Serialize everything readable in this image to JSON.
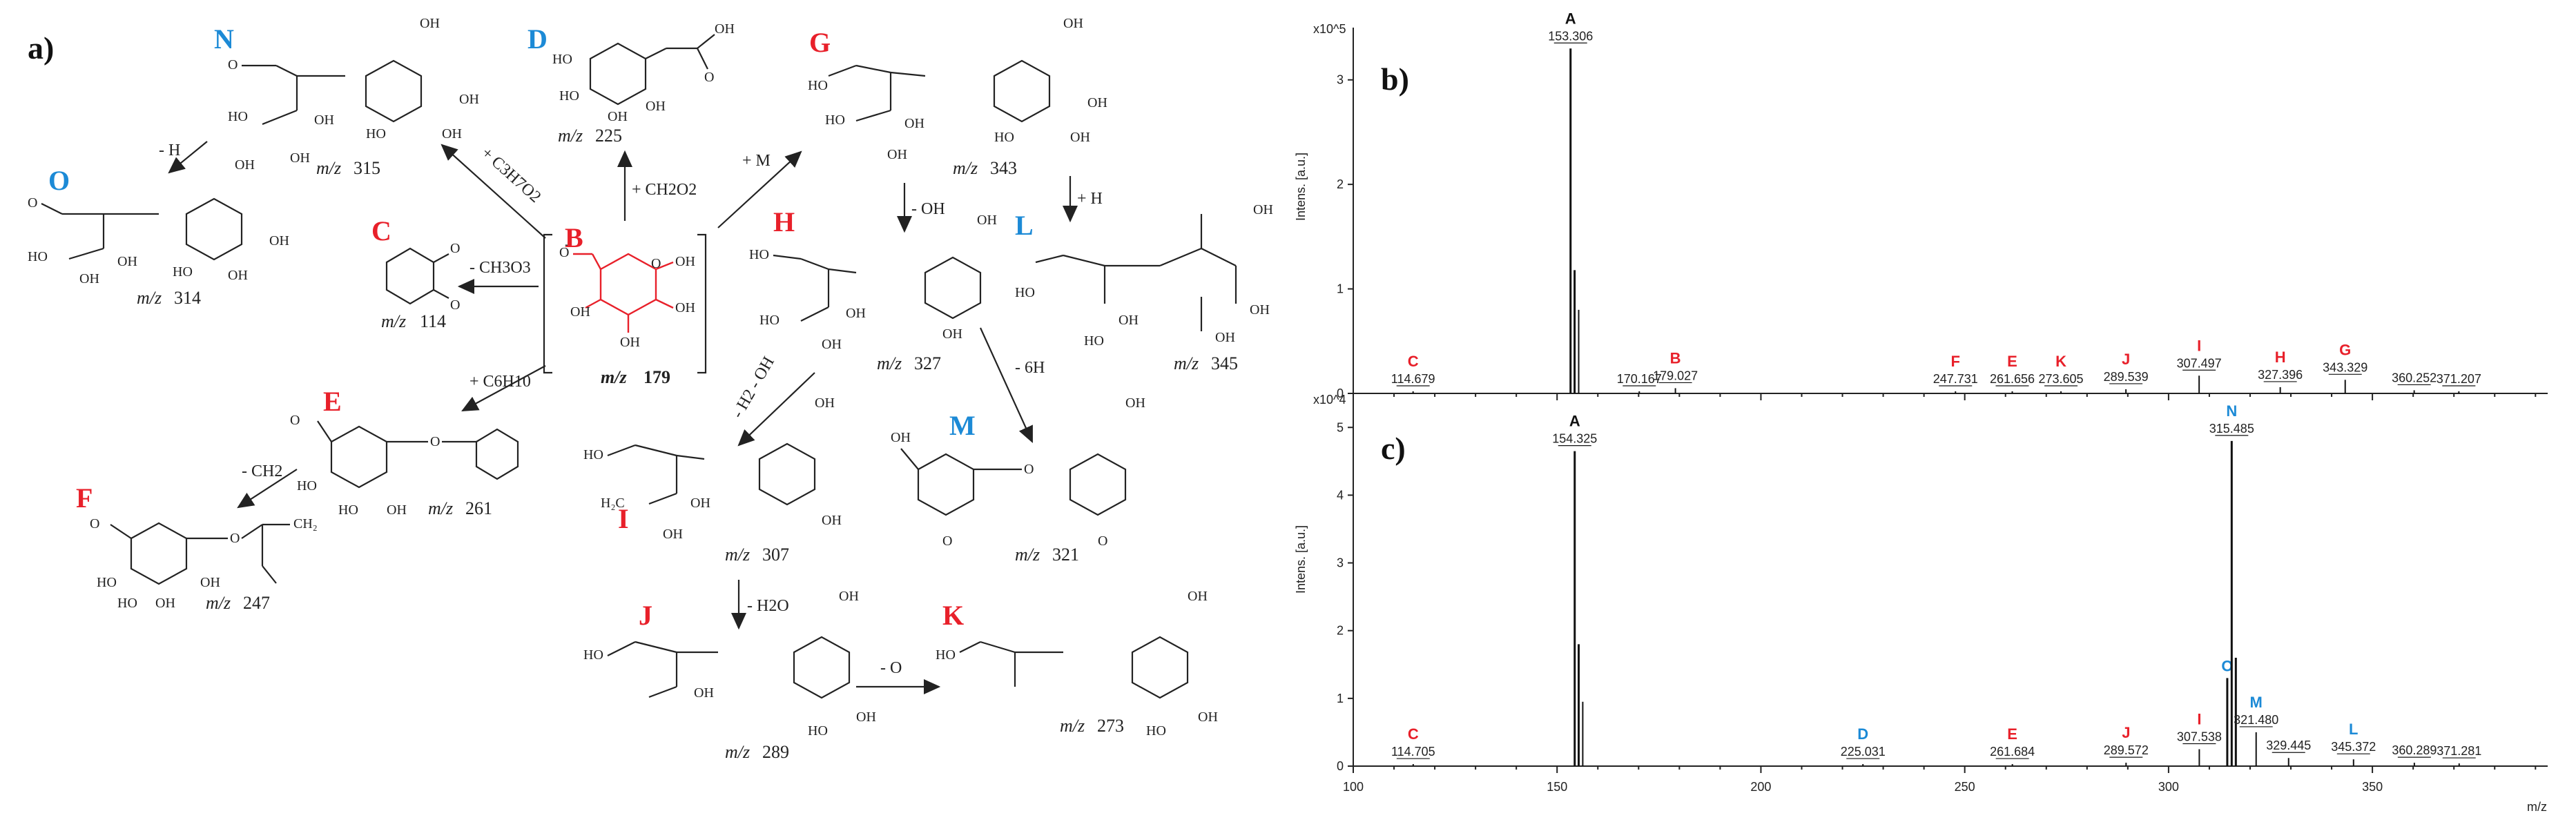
{
  "panels": {
    "a": "a)",
    "b": "b)",
    "c": "c)"
  },
  "scheme": {
    "B": {
      "letter": "B",
      "mz_prefix": "m/z",
      "mz": "179"
    },
    "C": {
      "letter": "C",
      "mz_prefix": "m/z",
      "mz": "114"
    },
    "D": {
      "letter": "D",
      "mz_prefix": "m/z",
      "mz": "225"
    },
    "E": {
      "letter": "E",
      "mz_prefix": "m/z",
      "mz": "261"
    },
    "F": {
      "letter": "F",
      "mz_prefix": "m/z",
      "mz": "247"
    },
    "G": {
      "letter": "G",
      "mz_prefix": "m/z",
      "mz": "343"
    },
    "H": {
      "letter": "H",
      "mz_prefix": "m/z",
      "mz": "327"
    },
    "I": {
      "letter": "I",
      "mz_prefix": "m/z",
      "mz": "307"
    },
    "J": {
      "letter": "J",
      "mz_prefix": "m/z",
      "mz": "289"
    },
    "K": {
      "letter": "K",
      "mz_prefix": "m/z",
      "mz": "273"
    },
    "L": {
      "letter": "L",
      "mz_prefix": "m/z",
      "mz": "345"
    },
    "M": {
      "letter": "M",
      "mz_prefix": "m/z",
      "mz": "321"
    },
    "N": {
      "letter": "N",
      "mz_prefix": "m/z",
      "mz": "315"
    },
    "O": {
      "letter": "O",
      "mz_prefix": "m/z",
      "mz": "314"
    },
    "arrows": {
      "to_C": "- CH3O3",
      "to_D": "+ CH2O2",
      "to_E": "+ C6H10",
      "to_F": "- CH2",
      "to_G": "+ M",
      "to_H": "- OH",
      "to_I": "- H2 - OH",
      "to_J": "- H2O",
      "to_K": "- O",
      "to_L": "+ H",
      "to_M": "- 6H",
      "to_N": "+ C3H7O2",
      "to_O": "- H"
    }
  },
  "chart_data": [
    {
      "type": "bar",
      "panel": "b)",
      "y_unit": "Intens. [a.u.]",
      "y_scale": "x10^5",
      "ylim": [
        0,
        3.5
      ],
      "xlim": [
        100,
        393
      ],
      "yticks": [
        "0",
        "1",
        "2",
        "3"
      ],
      "peaks": [
        {
          "x": 114.679,
          "y": 0.02,
          "label": "C",
          "value": "114.679"
        },
        {
          "x": 153.306,
          "y": 3.3,
          "label": "A",
          "value": "153.306"
        },
        {
          "x": 154.3,
          "y": 1.18,
          "label": "",
          "value": ""
        },
        {
          "x": 155.3,
          "y": 0.8,
          "label": "",
          "value": ""
        },
        {
          "x": 170.167,
          "y": 0.02,
          "label": "",
          "value": "170.167"
        },
        {
          "x": 179.027,
          "y": 0.05,
          "label": "B",
          "value": "179.027"
        },
        {
          "x": 247.731,
          "y": 0.02,
          "label": "F",
          "value": "247.731"
        },
        {
          "x": 261.656,
          "y": 0.02,
          "label": "E",
          "value": "261.656"
        },
        {
          "x": 273.605,
          "y": 0.02,
          "label": "K",
          "value": "273.605"
        },
        {
          "x": 289.539,
          "y": 0.04,
          "label": "J",
          "value": "289.539"
        },
        {
          "x": 307.497,
          "y": 0.17,
          "label": "I",
          "value": "307.497"
        },
        {
          "x": 327.396,
          "y": 0.06,
          "label": "H",
          "value": "327.396"
        },
        {
          "x": 343.329,
          "y": 0.13,
          "label": "G",
          "value": "343.329"
        },
        {
          "x": 360.252,
          "y": 0.03,
          "label": "",
          "value": "360.252"
        },
        {
          "x": 371.207,
          "y": 0.02,
          "label": "",
          "value": "371.207"
        }
      ]
    },
    {
      "type": "bar",
      "panel": "c)",
      "y_unit": "Intens. [a.u.]",
      "y_scale": "x10^4",
      "ylim": [
        0,
        5.4
      ],
      "xlim": [
        100,
        393
      ],
      "xlabel": "m/z",
      "xticks": [
        "100",
        "150",
        "200",
        "250",
        "300",
        "350"
      ],
      "yticks": [
        "0",
        "1",
        "2",
        "3",
        "4",
        "5"
      ],
      "peaks": [
        {
          "x": 114.705,
          "y": 0.03,
          "label": "C",
          "value": "114.705"
        },
        {
          "x": 154.325,
          "y": 4.65,
          "label": "A",
          "value": "154.325"
        },
        {
          "x": 155.3,
          "y": 1.8,
          "label": "",
          "value": ""
        },
        {
          "x": 156.3,
          "y": 0.95,
          "label": "",
          "value": ""
        },
        {
          "x": 225.031,
          "y": 0.03,
          "label": "D",
          "value": "225.031"
        },
        {
          "x": 261.684,
          "y": 0.03,
          "label": "E",
          "value": "261.684"
        },
        {
          "x": 289.572,
          "y": 0.05,
          "label": "J",
          "value": "289.572"
        },
        {
          "x": 307.538,
          "y": 0.25,
          "label": "I",
          "value": "307.538"
        },
        {
          "x": 314.4,
          "y": 1.3,
          "label": "O",
          "value": ""
        },
        {
          "x": 315.485,
          "y": 4.8,
          "label": "N",
          "value": "315.485"
        },
        {
          "x": 316.5,
          "y": 1.6,
          "label": "",
          "value": ""
        },
        {
          "x": 321.48,
          "y": 0.5,
          "label": "M",
          "value": "321.480"
        },
        {
          "x": 329.445,
          "y": 0.12,
          "label": "",
          "value": "329.445"
        },
        {
          "x": 345.372,
          "y": 0.1,
          "label": "L",
          "value": "345.372"
        },
        {
          "x": 360.289,
          "y": 0.05,
          "label": "",
          "value": "360.289"
        },
        {
          "x": 371.281,
          "y": 0.04,
          "label": "",
          "value": "371.281"
        }
      ]
    }
  ],
  "colors": {
    "red": "#e8202a",
    "blue": "#1c8ad6",
    "ink": "#222222"
  }
}
